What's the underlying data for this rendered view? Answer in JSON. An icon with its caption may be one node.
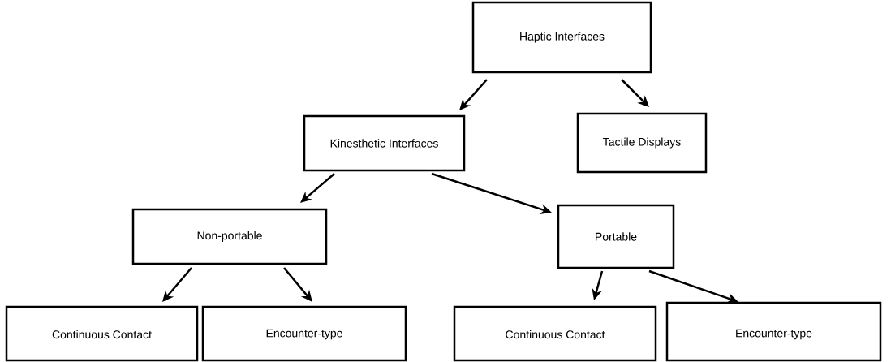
{
  "diagram": {
    "nodes": [
      {
        "text": [
          "Haptic Interfaces"
        ]
      },
      {
        "text": [
          "Kinesthetic Interfaces"
        ]
      },
      {
        "text": [
          "Tactile Displays"
        ]
      },
      {
        "text": [
          "Non-portable"
        ]
      },
      {
        "text": [
          "Portable"
        ]
      },
      {
        "text": [
          "Continuous Contact"
        ]
      },
      {
        "text": [
          "Encounter-type"
        ]
      },
      {
        "text": [
          "Continuous Contact"
        ]
      },
      {
        "text": [
          "Encounter-type"
        ]
      }
    ],
    "edges": [
      {
        "from": 0,
        "to": 1,
        "arrow": "to"
      },
      {
        "from": 0,
        "to": 2,
        "arrow": "to"
      },
      {
        "from": 1,
        "to": 3,
        "arrow": "to"
      },
      {
        "from": 1,
        "to": 4,
        "arrow": "to"
      },
      {
        "from": 3,
        "to": 5,
        "arrow": "to"
      },
      {
        "from": 3,
        "to": 6,
        "arrow": "to"
      },
      {
        "from": 4,
        "to": 7,
        "arrow": "to"
      },
      {
        "from": 4,
        "to": 8,
        "arrow": "to"
      }
    ]
  }
}
